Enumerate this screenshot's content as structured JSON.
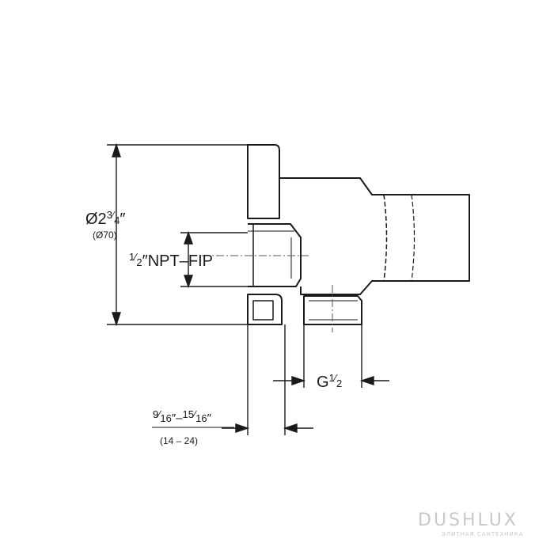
{
  "dimensions": {
    "flange_diameter": {
      "whole": "Ø2",
      "frac_num": "3",
      "frac_den": "4",
      "mark": "″",
      "metric": "(Ø70)"
    },
    "inlet_thread": {
      "half_num": "1",
      "half_den": "2",
      "mark": "″",
      "text": "NPT–FIP"
    },
    "outlet_thread": {
      "prefix": "G",
      "frac_num": "1",
      "frac_den": "2"
    },
    "wall_range": {
      "a_num": "9",
      "a_den": "16",
      "a_mark": "″–",
      "b_num": "15",
      "b_den": "16",
      "b_mark": "″",
      "metric": "(14 – 24)"
    }
  },
  "watermark": {
    "brand": "DUSHLUX",
    "tagline": "ЭЛИТНАЯ САНТЕХНИКА"
  }
}
